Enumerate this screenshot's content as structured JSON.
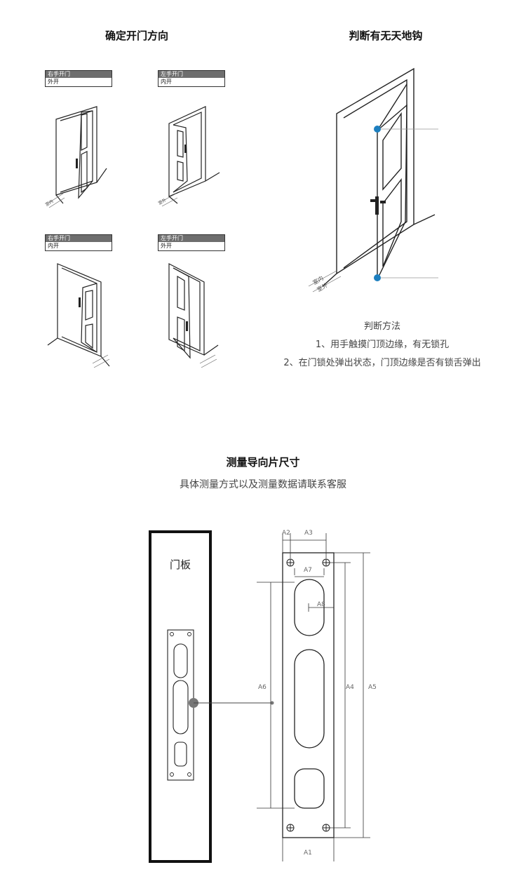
{
  "section1": {
    "title_left": "确定开门方向",
    "title_right": "判断有无天地钩",
    "doors": [
      {
        "side": "右手开门",
        "dir": "外开"
      },
      {
        "side": "左手开门",
        "dir": "内开"
      },
      {
        "side": "右手开门",
        "dir": "内开"
      },
      {
        "side": "左手开门",
        "dir": "外开"
      }
    ],
    "floor_labels": {
      "inside": "室内",
      "outside": "室外"
    },
    "method_title": "判断方法",
    "method_lines": [
      "1、用手触摸门顶边缘，有无锁孔",
      "2、在门锁处弹出状态，门顶边缘是否有锁舌弹出"
    ]
  },
  "section2": {
    "title": "测量导向片尺寸",
    "subtitle": "具体测量方式以及测量数据请联系客服",
    "door_panel_label": "门板",
    "dim_labels": {
      "a1": "A1",
      "a2": "A2",
      "a3": "A3",
      "a4": "A4",
      "a5": "A5",
      "a6": "A6",
      "a7": "A7",
      "a8": "A8"
    }
  },
  "colors": {
    "accent_dot": "#1d7fbf",
    "line": "#222222",
    "tag_header": "#6e6e6e"
  }
}
